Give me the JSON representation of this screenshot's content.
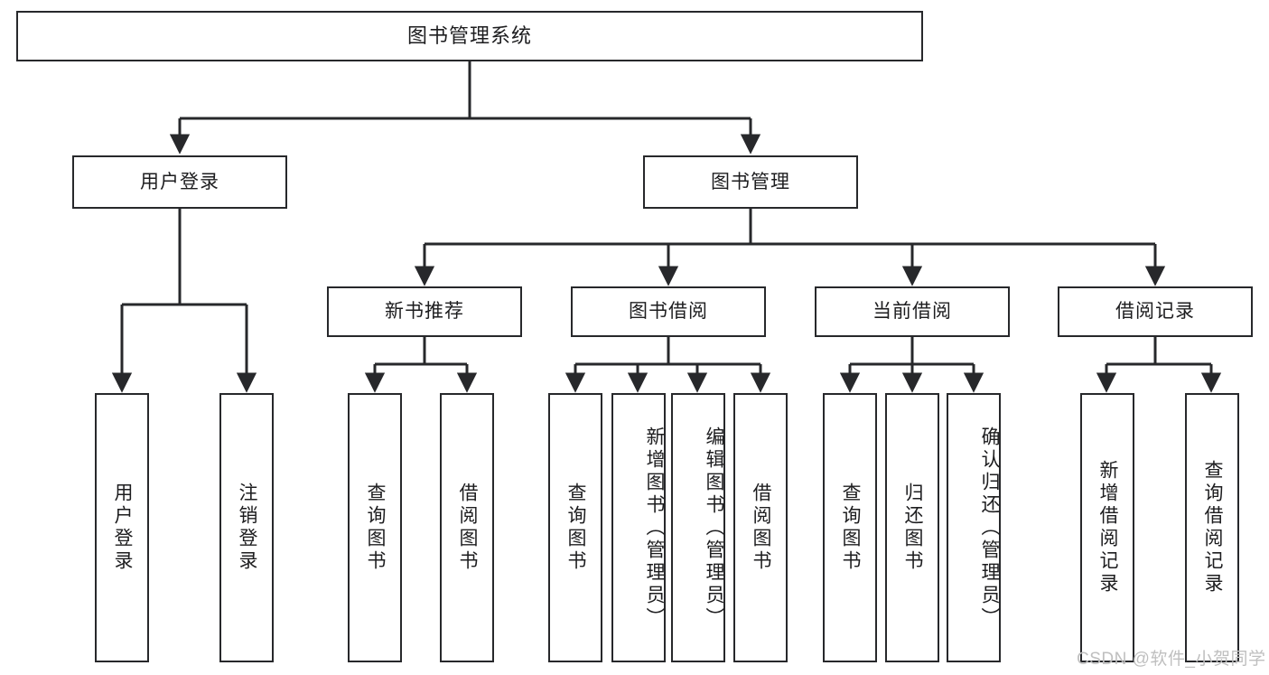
{
  "diagram": {
    "title_node": {
      "label": "图书管理系统"
    },
    "level2": [
      {
        "id": "user-login",
        "label": "用户登录"
      },
      {
        "id": "book-management",
        "label": "图书管理"
      }
    ],
    "level3": [
      {
        "id": "new-book-recommend",
        "label": "新书推荐"
      },
      {
        "id": "book-borrow",
        "label": "图书借阅"
      },
      {
        "id": "current-borrow",
        "label": "当前借阅"
      },
      {
        "id": "borrow-record",
        "label": "借阅记录"
      }
    ],
    "leaves": {
      "user_login": [
        {
          "id": "leaf-user-login",
          "label": "用户登录"
        },
        {
          "id": "leaf-logout-login",
          "label": "注销登录"
        }
      ],
      "new_book_recommend": [
        {
          "id": "leaf-query-book-1",
          "label": "查询图书"
        },
        {
          "id": "leaf-borrow-book-1",
          "label": "借阅图书"
        }
      ],
      "book_borrow": [
        {
          "id": "leaf-query-book-2",
          "label": "查询图书"
        },
        {
          "id": "leaf-add-book",
          "label": "新增图书（管理员）"
        },
        {
          "id": "leaf-edit-book",
          "label": "编辑图书（管理员）"
        },
        {
          "id": "leaf-borrow-book-2",
          "label": "借阅图书"
        }
      ],
      "current_borrow": [
        {
          "id": "leaf-query-book-3",
          "label": "查询图书"
        },
        {
          "id": "leaf-return-book",
          "label": "归还图书"
        },
        {
          "id": "leaf-confirm-return",
          "label": "确认归还（管理员）"
        }
      ],
      "borrow_record": [
        {
          "id": "leaf-add-borrow-record",
          "label": "新增借阅记录"
        },
        {
          "id": "leaf-query-borrow-record",
          "label": "查询借阅记录"
        }
      ]
    }
  },
  "watermark": {
    "text": "CSDN @软件_小贺同学"
  },
  "colors": {
    "stroke": "#27282b",
    "node_fill": "#ffffff",
    "text": "#1d1d1f",
    "watermark": "#bfbfbf",
    "background": "#ffffff"
  }
}
